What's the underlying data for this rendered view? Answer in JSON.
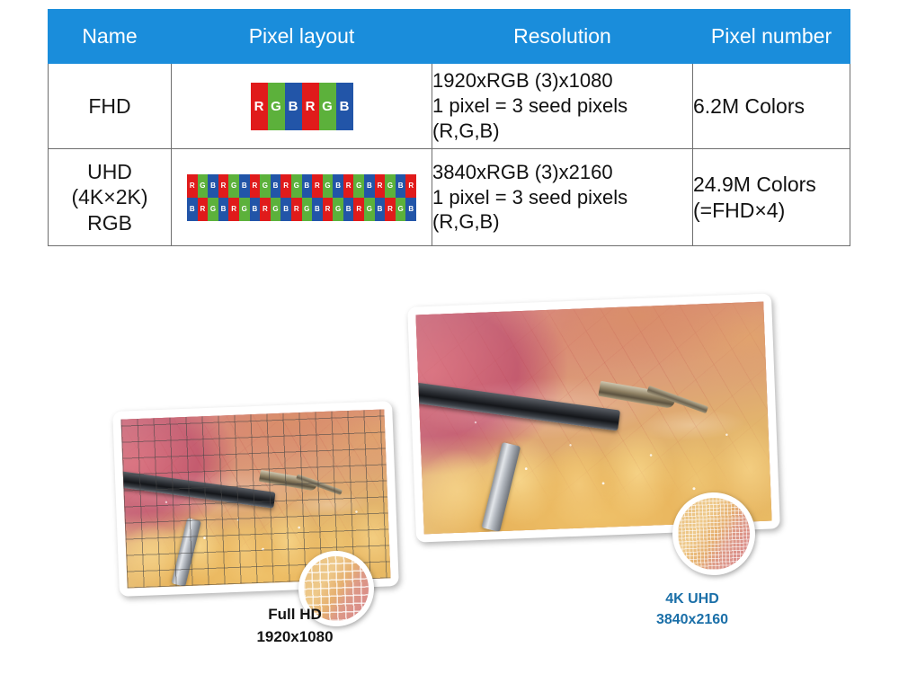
{
  "table": {
    "headers": [
      "Name",
      "Pixel layout",
      "Resolution",
      "Pixel number"
    ],
    "rows": [
      {
        "name": "FHD",
        "name_sub1": "",
        "name_sub2": "",
        "layout": {
          "kind": "rgb-stripes",
          "rows": 1,
          "stripes_per_row": 6,
          "pattern": [
            "R",
            "G",
            "B",
            "R",
            "G",
            "B"
          ],
          "show_letters": true
        },
        "resolution": "1920xRGB (3)x1080\n1 pixel = 3 seed pixels\n(R,G,B)",
        "pixel_number": "6.2M Colors"
      },
      {
        "name": "UHD",
        "name_sub1": "(4K×2K)",
        "name_sub2": "RGB",
        "layout": {
          "kind": "rgb-stripes",
          "rows": 2,
          "stripes_per_row": 22,
          "pattern_top": [
            "R",
            "G",
            "B",
            "R",
            "G",
            "B",
            "R",
            "G",
            "B",
            "R",
            "G",
            "B",
            "R",
            "G",
            "B",
            "R",
            "G",
            "B",
            "R",
            "G",
            "B",
            "R"
          ],
          "pattern_bottom": [
            "B",
            "R",
            "G",
            "B",
            "R",
            "G",
            "B",
            "R",
            "G",
            "B",
            "R",
            "G",
            "B",
            "R",
            "G",
            "B",
            "R",
            "G",
            "B",
            "R",
            "G",
            "B"
          ],
          "show_letters": true
        },
        "resolution": "3840xRGB (3)x2160\n1 pixel = 3 seed pixels\n(R,G,B)",
        "pixel_number": "24.9M Colors\n(=FHD×4)"
      }
    ]
  },
  "colors": {
    "header_blue": "#1a8ddb",
    "caption_blue": "#1a6fa8",
    "subpixel_red": "#e01b1b",
    "subpixel_green": "#5cb13b",
    "subpixel_blue": "#2255a8",
    "border_gray": "#6e6e6e",
    "text_black": "#141414"
  },
  "panels": [
    {
      "id": "fhd",
      "image_alt": "laparoscopic-surgery-photo-full-hd",
      "grid_overlay": true,
      "magnifier": {
        "name": "magnifier-fhd",
        "grid_density": "coarse"
      },
      "caption_line1": "Full HD",
      "caption_line2": "1920x1080"
    },
    {
      "id": "uhd",
      "image_alt": "laparoscopic-surgery-photo-4k-uhd",
      "grid_overlay": false,
      "magnifier": {
        "name": "magnifier-uhd",
        "grid_density": "fine"
      },
      "caption_line1": "4K UHD",
      "caption_line2": "3840x2160"
    }
  ]
}
